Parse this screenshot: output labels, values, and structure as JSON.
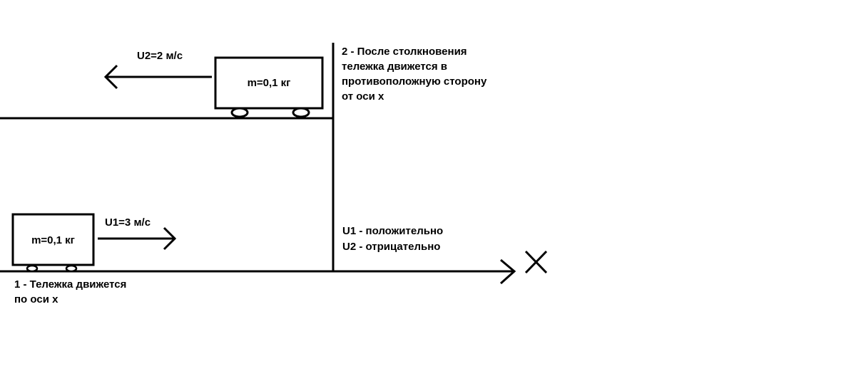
{
  "top_cart": {
    "mass_label": "m=0,1 кг",
    "velocity_label": "U2=2 м/с"
  },
  "bottom_cart": {
    "mass_label": "m=0,1 кг",
    "velocity_label": "U1=3 м/с"
  },
  "note_after_collision": {
    "lines": [
      "2 - После столкновения",
      "тележка движется в",
      "противоположную сторону",
      "от оси x"
    ]
  },
  "note_before_collision": {
    "lines": [
      "1 - Тележка движется",
      "по оси x"
    ]
  },
  "sign_notes": {
    "u1": "U1 - положительно",
    "u2": "U2 - отрицательно"
  },
  "axis": {
    "end_mark": "X"
  }
}
